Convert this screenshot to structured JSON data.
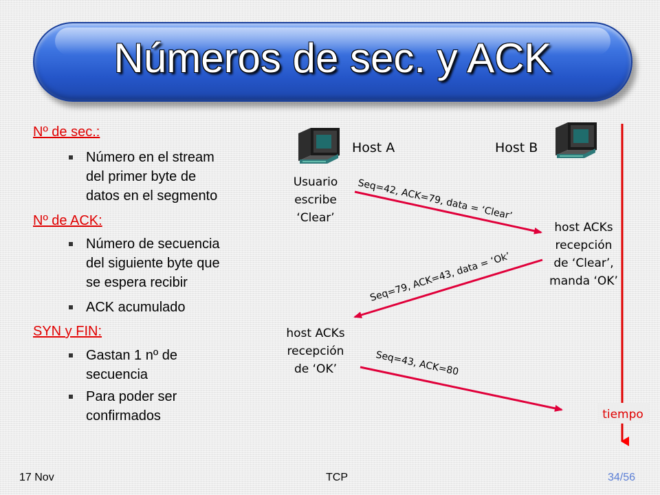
{
  "slide": {
    "title": "Números de sec. y ACK"
  },
  "bullets": {
    "seq_heading": "Nº de sec.:",
    "seq_item1_l1": "Número en el stream",
    "seq_item1_l2": "del primer byte de",
    "seq_item1_l3": "datos en el segmento",
    "ack_heading": "Nº de ACK:",
    "ack_item1_l1": "Número de secuencia",
    "ack_item1_l2": "del siguiente byte que",
    "ack_item1_l3": "se espera recibir",
    "ack_item2": "ACK acumulado",
    "synfin_heading": "SYN y FIN:",
    "synfin_item1_l1": "Gastan 1 nº de",
    "synfin_item1_l2": "secuencia",
    "synfin_item2_l1": "Para poder ser",
    "synfin_item2_l2": "confirmados"
  },
  "diagram": {
    "host_a": "Host A",
    "host_b": "Host B",
    "user_types_l1": "Usuario",
    "user_types_l2": "escribe",
    "user_types_l3": "‘Clear’",
    "msg1": "Seq=42, ACK=79, data = ‘Clear’",
    "hostb_note_l1": "host ACKs",
    "hostb_note_l2": "recepción",
    "hostb_note_l3": "de ‘Clear’,",
    "hostb_note_l4": "manda ‘OK’",
    "msg2": "Seq=79, ACK=43, data = ‘Ok’",
    "hosta_note_l1": "host ACKs",
    "hosta_note_l2": "recepción",
    "hosta_note_l3": "de ‘OK’",
    "msg3": "Seq=43, ACK=80",
    "time_label": "tiempo",
    "icons": [
      "computer-icon",
      "computer-icon"
    ],
    "colors": {
      "arrow": "#e0003a",
      "time": "#ff0000",
      "title_bg": "#2a5dd1"
    }
  },
  "footer": {
    "date": "17 Nov",
    "topic": "TCP",
    "page": "34/56"
  }
}
